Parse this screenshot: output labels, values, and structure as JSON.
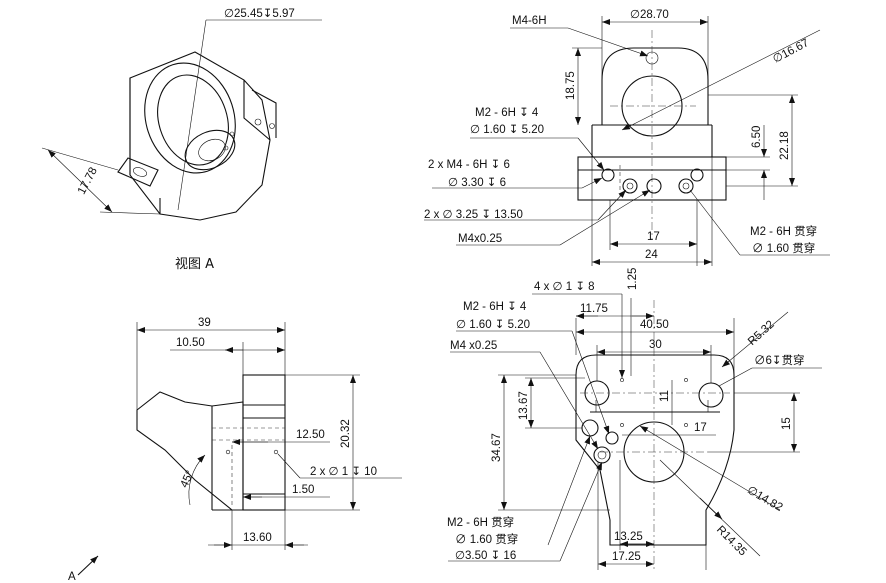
{
  "view_a": {
    "caption": "视图 A",
    "dims": {
      "bore": "∅25.45↧5.97",
      "depth": "17.78"
    },
    "arrow_label": "A"
  },
  "side_view": {
    "dims": {
      "w39": "39",
      "w1050": "10.50",
      "h2032": "20.32",
      "d1250": "12.50",
      "holes": "2 x ∅ 1 ↧ 10",
      "d150": "1.50",
      "angle": "45°",
      "w1360": "13.60"
    }
  },
  "top_view": {
    "dims": {
      "m4_6h": "M4-6H",
      "d2870": "∅28.70",
      "d1667": "∅16.67",
      "h1875": "18.75",
      "m2_6h_4": "M2 - 6H ↧ 4",
      "d160_520": "∅ 1.60 ↧ 5.20",
      "h650": "6.50",
      "h2218": "22.18",
      "m4x2": "2 x  M4 - 6H ↧ 6",
      "d330": "∅ 3.30 ↧ 6",
      "d325x2": "2 x ∅ 3.25 ↧ 13.50",
      "m4x025": "M4x0.25",
      "w17": "17",
      "w24": "24",
      "m2_thru": "M2 - 6H 贯穿",
      "d160_thru": "∅  1.60 贯穿"
    }
  },
  "front_view": {
    "dims": {
      "holes4": "4 x ∅ 1 ↧ 8",
      "v125": "1.25",
      "m2_6h_4": "M2 - 6H ↧ 4",
      "w1175": "11.75",
      "d160_520": "∅  1.60 ↧ 5.20",
      "w4050": "40.50",
      "r532": "R5.32",
      "m4x025": "M4 x0.25",
      "w30": "30",
      "d6thru": "∅6↧贯穿",
      "h1367": "13.67",
      "v11": "11",
      "h3467": "34.67",
      "w17": "17",
      "h15": "15",
      "d1482": "∅14.82",
      "m2_thru": "M2 - 6H 贯穿",
      "d160_thru": "∅  1.60 贯穿",
      "d350": "∅3.50 ↧ 16",
      "r1435": "R14.35",
      "w1325": "13.25",
      "w1725": "17.25"
    }
  }
}
